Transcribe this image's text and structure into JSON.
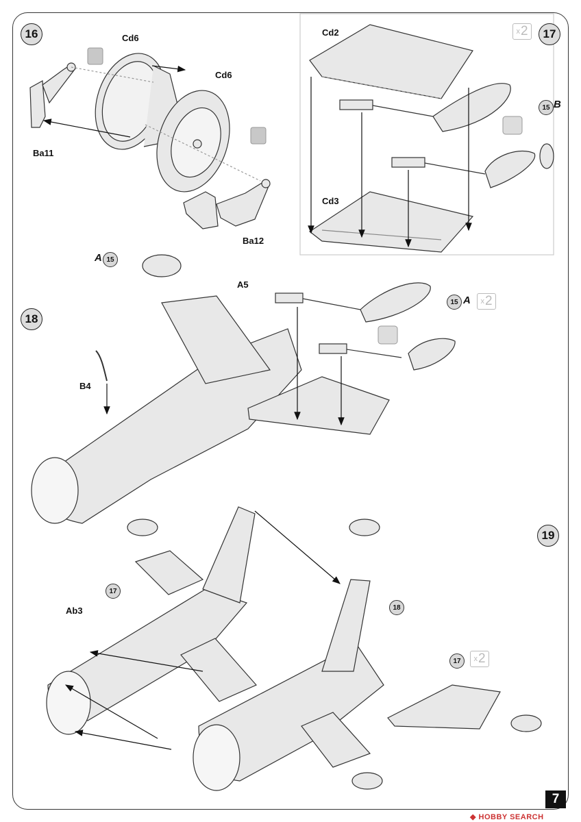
{
  "steps": {
    "s16": "16",
    "s17": "17",
    "s18": "18",
    "s19": "19"
  },
  "parts": {
    "cd6_a": "Cd6",
    "cd6_b": "Cd6",
    "ba11": "Ba11",
    "ba12": "Ba12",
    "cd2": "Cd2",
    "cd3": "Cd3",
    "a5": "A5",
    "b4": "B4",
    "ab3": "Ab3"
  },
  "refs": {
    "r15_b": "15",
    "r15_a1": "15",
    "r15_a2": "15",
    "r17_a": "17",
    "r17_b": "17",
    "r18": "18"
  },
  "ref_letters": {
    "b": "B",
    "a1": "A",
    "a2": "A"
  },
  "multipliers": {
    "m17": "2",
    "m18": "2",
    "m19": "2"
  },
  "multiplier_prefix": "x",
  "page_number": "7",
  "watermark": "HOBBY SEARCH",
  "colors": {
    "part_fill": "#e6e6e6",
    "line": "#333333",
    "step_badge": "#dddddd"
  },
  "icons": [
    "glue-icon",
    "flip-icon"
  ]
}
